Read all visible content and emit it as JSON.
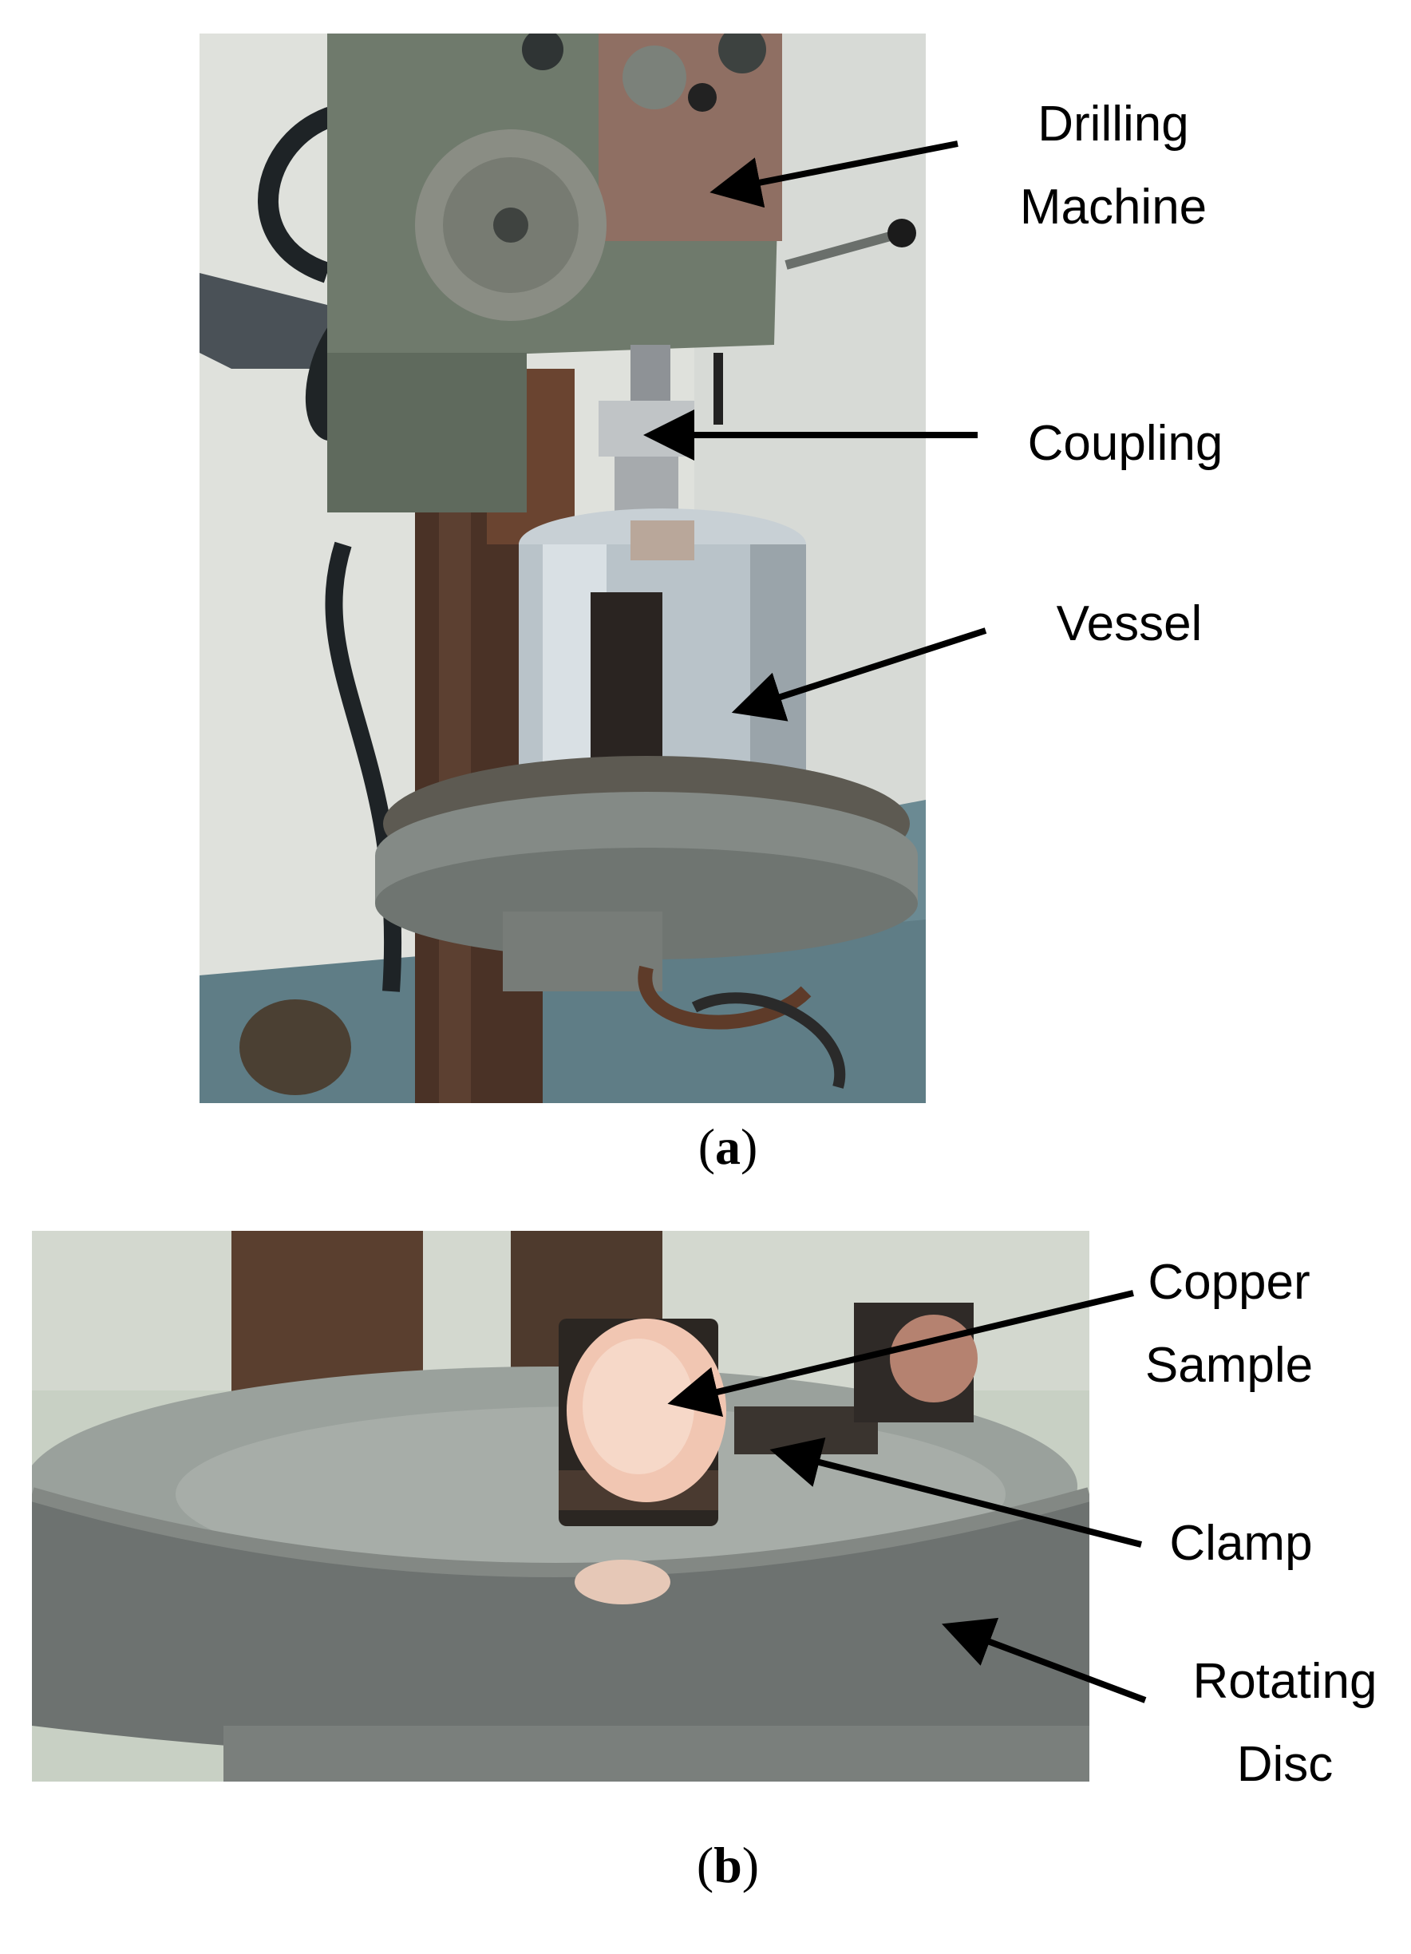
{
  "panel_a": {
    "caption_open": "(",
    "caption_letter": "a",
    "caption_close": ")",
    "labels": {
      "drilling_machine": "Drilling\nMachine",
      "coupling": "Coupling",
      "vessel": "Vessel"
    }
  },
  "panel_b": {
    "caption_open": "(",
    "caption_letter": "b",
    "caption_close": ")",
    "labels": {
      "copper_sample": "Copper\nSample",
      "clamp": "Clamp",
      "rotating_disc": "Rotating\nDisc"
    }
  },
  "colors": {
    "machine_green": "#6f7a6c",
    "vessel_silver": "#b9c3c9",
    "copper": "#f1c6b2",
    "disc_grey": "#6d7270",
    "arrow": "#000000"
  }
}
